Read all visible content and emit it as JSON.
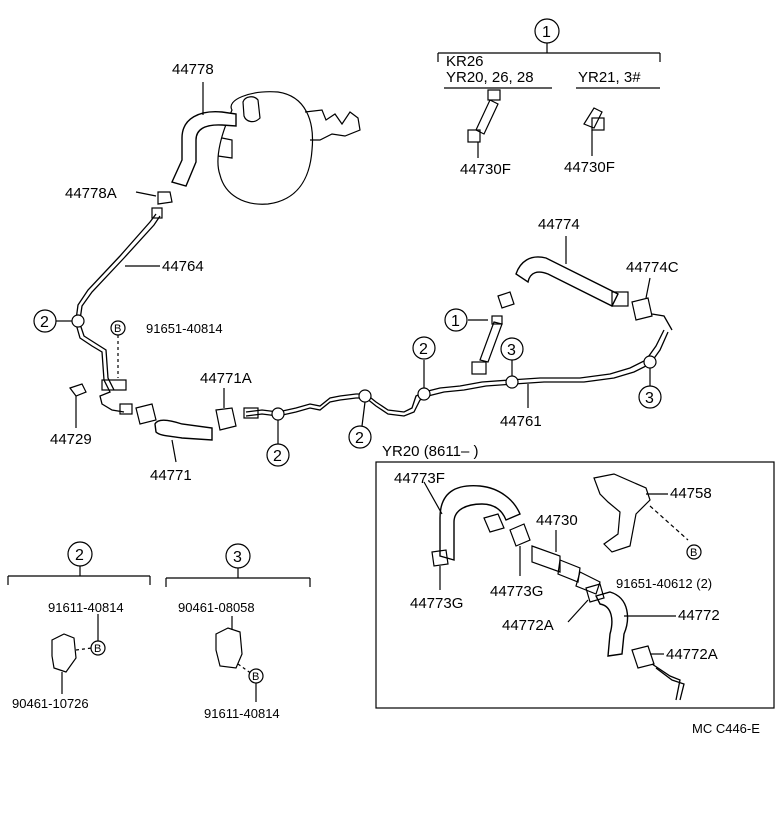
{
  "parts": {
    "p44778": "44778",
    "p44778a": "44778A",
    "p44764": "44764",
    "p91651_40814": "91651-40814",
    "p44729": "44729",
    "p44771a": "44771A",
    "p44771": "44771",
    "p44774": "44774",
    "p44774c": "44774C",
    "p44761": "44761",
    "p44730f_a": "44730F",
    "p44730f_b": "44730F"
  },
  "callouts": {
    "c1": "1",
    "c2": "2",
    "c3": "3",
    "bolt": "B"
  },
  "variant_box": {
    "models_a_line1": "KR26",
    "models_a_line2": "YR20, 26, 28",
    "models_b": "YR21, 3#"
  },
  "inset": {
    "title": "YR20 (8611–        )",
    "p44773f": "44773F",
    "p44758": "44758",
    "p44730": "44730",
    "p44773g_a": "44773G",
    "p44773g_b": "44773G",
    "p91651_40612": "91651-40612 (2)",
    "p44772": "44772",
    "p44772a_a": "44772A",
    "p44772a_b": "44772A"
  },
  "detail2": {
    "bolt": "91611-40814",
    "clamp": "90461-10726"
  },
  "detail3": {
    "clamp": "90461-08058",
    "bolt": "91611-40814"
  },
  "figure_code": "MC C446-E"
}
